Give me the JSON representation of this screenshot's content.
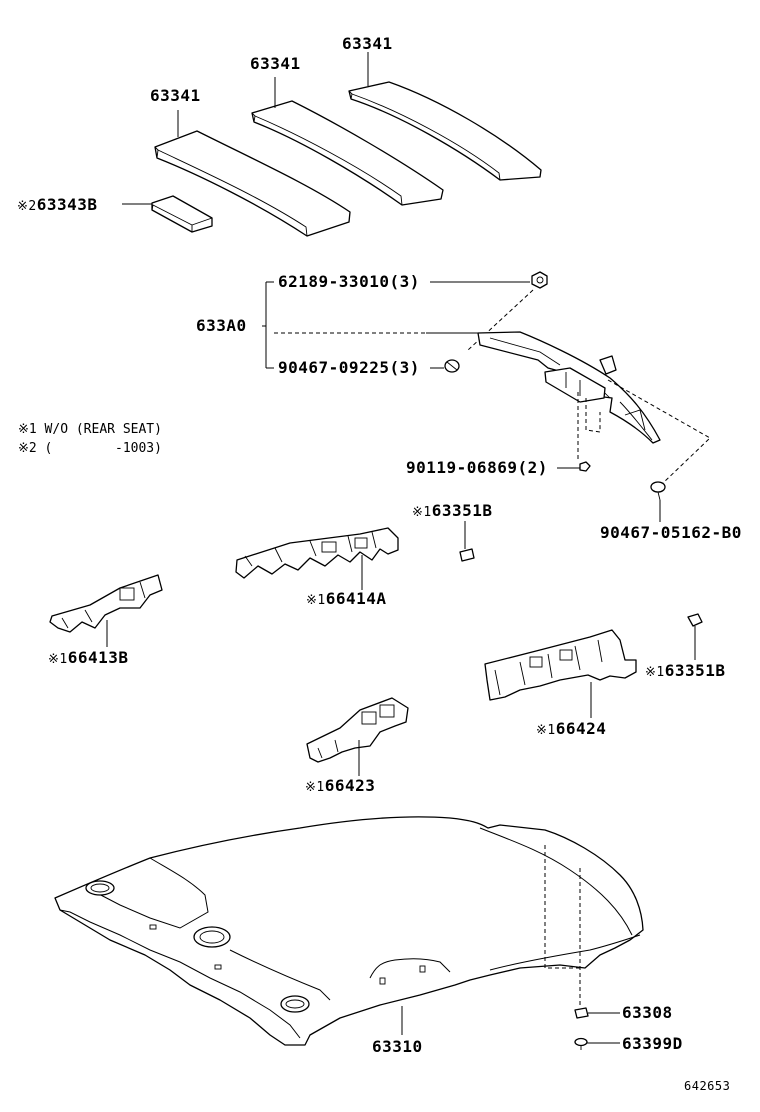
{
  "labels": {
    "p63341_a": "63341",
    "p63341_b": "63341",
    "p63341_c": "63341",
    "p63343b_mark": "※2",
    "p63343b": "63343B",
    "p62189": "62189-33010(3)",
    "p633a0": "633A0",
    "p90467_09225": "90467-09225(3)",
    "p90119": "90119-06869(2)",
    "p90467_05162": "90467-05162-B0",
    "p63351b_a_mark": "※1",
    "p63351b_a": "63351B",
    "p66414a_mark": "※1",
    "p66414a": "66414A",
    "p66413b_mark": "※1",
    "p66413b": "66413B",
    "p63351b_b_mark": "※1",
    "p63351b_b": "63351B",
    "p66424_mark": "※1",
    "p66424": "66424",
    "p66423_mark": "※1",
    "p66423": "66423",
    "p63308": "63308",
    "p63399d": "63399D",
    "p63310": "63310"
  },
  "notes": {
    "note1": "※1 W/O (REAR SEAT)",
    "note2": "※2 (        -1003)"
  },
  "diagram_id": "642653"
}
